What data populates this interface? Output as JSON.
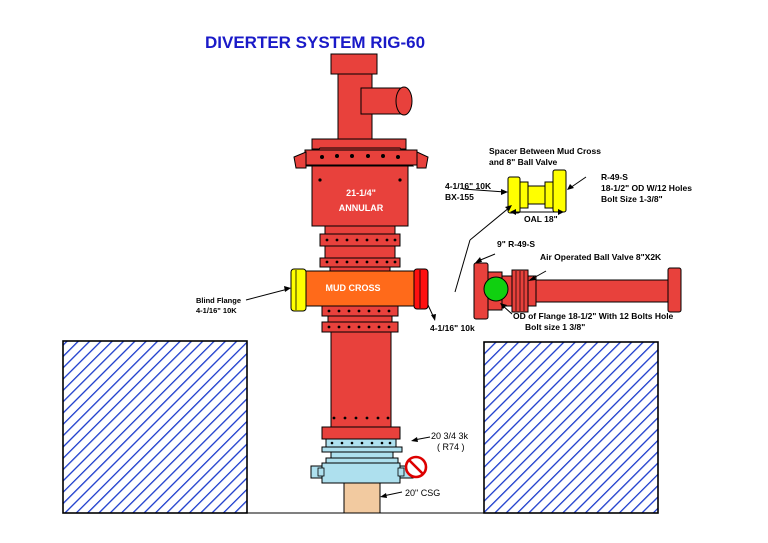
{
  "title": "DIVERTER SYSTEM RIG-60",
  "colors": {
    "title": "#1a1ac8",
    "body_red": "#e8413c",
    "mud_cross_orange": "#ff6a1a",
    "flange_yellow": "#ffff00",
    "valve_green": "#10d010",
    "hatch_blue": "#1a3acc",
    "adapter_blue": "#aee0ee",
    "casing_tan": "#f2caa0"
  },
  "icons": {
    "no_entry": "no-entry-icon"
  },
  "labels": {
    "annular_line1": "21-1/4\"",
    "annular_line2": "ANNULAR",
    "mud_cross": "MUD CROSS",
    "blind_flange_line1": "Blind Flange",
    "blind_flange_line2": "4-1/16\" 10K",
    "spacer_line1": "Spacer Between Mud Cross",
    "spacer_line2": "and 8\" Ball Valve",
    "bx155_line1": "4-1/16\" 10K",
    "bx155_line2": "BX-155",
    "r49s_top_line1": "R-49-S",
    "r49s_top_line2": "18-1/2\" OD W/12 Holes",
    "r49s_top_line3": "Bolt Size 1-3/8\"",
    "oal": "OAL 18\"",
    "r49s_9in": "9\" R-49-S",
    "ball_valve": "Air Operated Ball Valve 8\"X2K",
    "flange_od_line1": "OD of Flange 18-1/2\" With 12 Bolts Hole",
    "flange_od_line2": "Bolt size 1 3/8\"",
    "side_outlet_10k": "4-1/16\" 10k",
    "r74_line1": "20 3/4 3k",
    "r74_line2": "( R74 )",
    "csg": "20\" CSG"
  }
}
